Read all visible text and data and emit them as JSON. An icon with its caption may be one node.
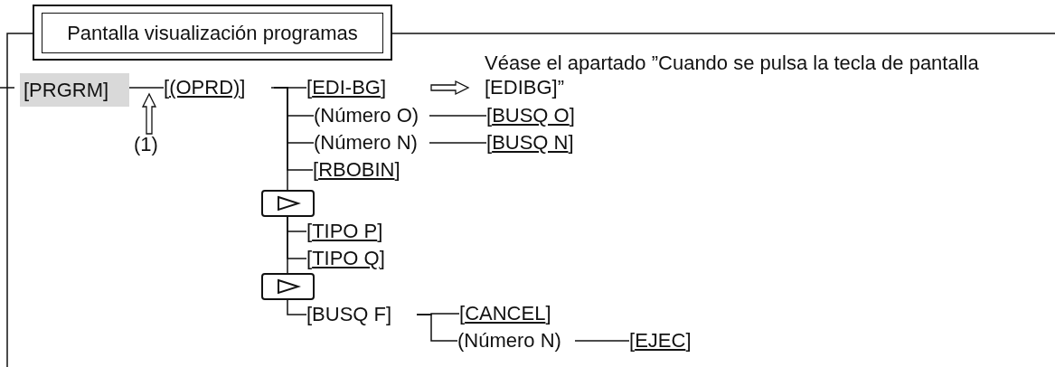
{
  "diagram": {
    "nodes": [
      {
        "text": [
          "Pantalla visualización programas"
        ]
      },
      {
        "text": [
          "[PRGRM]"
        ]
      },
      {
        "text": [
          "[(OPRD)]"
        ]
      },
      {
        "text": [
          "[EDI-BG]"
        ]
      },
      {
        "text": [
          "Véase el apartado ”Cuando se pulsa la tecla de pantalla [EDIBG]”"
        ]
      },
      {
        "text": [
          "(Número O)"
        ]
      },
      {
        "text": [
          "[BUSQ O]"
        ]
      },
      {
        "text": [
          "(Número N)"
        ]
      },
      {
        "text": [
          "[BUSQ N]"
        ]
      },
      {
        "text": [
          "[RBOBIN]"
        ]
      },
      {
        "text": [],
        "shape": "button"
      },
      {
        "text": [
          "[TIPO P]"
        ]
      },
      {
        "text": [
          "[TIPO Q]"
        ]
      },
      {
        "text": [],
        "shape": "button"
      },
      {
        "text": [
          "[BUSQ F]"
        ]
      },
      {
        "text": [
          "[CANCEL]"
        ]
      },
      {
        "text": [
          "(Número N)"
        ]
      },
      {
        "text": [
          "[EJEC]"
        ]
      },
      {
        "text": [
          "(1)"
        ]
      }
    ],
    "edges": [
      {
        "from": 1,
        "to": 2,
        "arrow": "none"
      },
      {
        "from": 2,
        "to": 3,
        "arrow": "none"
      },
      {
        "from": 3,
        "to": 4,
        "arrow": "to",
        "style": "thick"
      },
      {
        "from": 2,
        "to": 5,
        "arrow": "none"
      },
      {
        "from": 5,
        "to": 6,
        "arrow": "none"
      },
      {
        "from": 2,
        "to": 7,
        "arrow": "none"
      },
      {
        "from": 7,
        "to": 8,
        "arrow": "none"
      },
      {
        "from": 2,
        "to": 9,
        "arrow": "none"
      },
      {
        "from": 2,
        "to": 10,
        "arrow": "none"
      },
      {
        "from": 10,
        "to": 11,
        "arrow": "none"
      },
      {
        "from": 10,
        "to": 12,
        "arrow": "none"
      },
      {
        "from": 10,
        "to": 13,
        "arrow": "none"
      },
      {
        "from": 13,
        "to": 14,
        "arrow": "none"
      },
      {
        "from": 14,
        "to": 15,
        "arrow": "none"
      },
      {
        "from": 14,
        "to": 16,
        "arrow": "none"
      },
      {
        "from": 16,
        "to": 17,
        "arrow": "none"
      },
      {
        "from": 18,
        "to": null,
        "arrow": "to",
        "style": "thick"
      }
    ]
  }
}
